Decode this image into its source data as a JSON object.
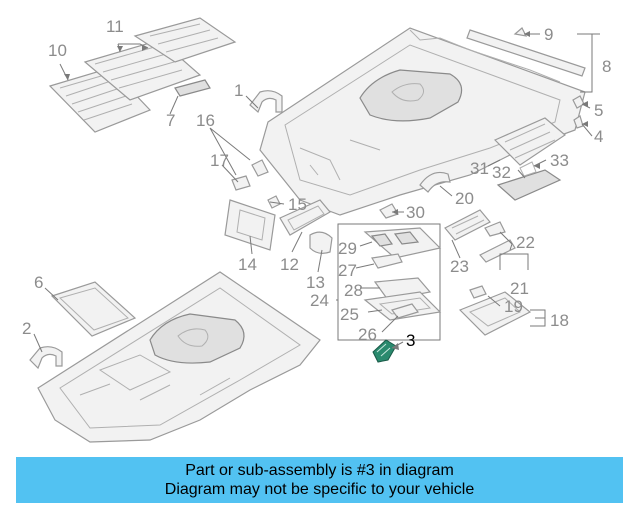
{
  "callouts": {
    "c1": "1",
    "c2": "2",
    "c3": "3",
    "c4": "4",
    "c5": "5",
    "c6": "6",
    "c7": "7",
    "c8": "8",
    "c9": "9",
    "c10": "10",
    "c11": "11",
    "c12": "12",
    "c13": "13",
    "c14": "14",
    "c15": "15",
    "c16": "16",
    "c17": "17",
    "c18": "18",
    "c19": "19",
    "c20": "20",
    "c21": "21",
    "c22": "22",
    "c23": "23",
    "c24": "24",
    "c25": "25",
    "c26": "26",
    "c27": "27",
    "c28": "28",
    "c29": "29",
    "c30": "30",
    "c31": "31",
    "c32": "32",
    "c33": "33"
  },
  "highlight_color": "#2a8a6e",
  "banner": {
    "line1": "Part or sub-assembly is #3 in diagram",
    "line2": "Diagram may not be specific to your vehicle",
    "color": "#52c2f2"
  }
}
